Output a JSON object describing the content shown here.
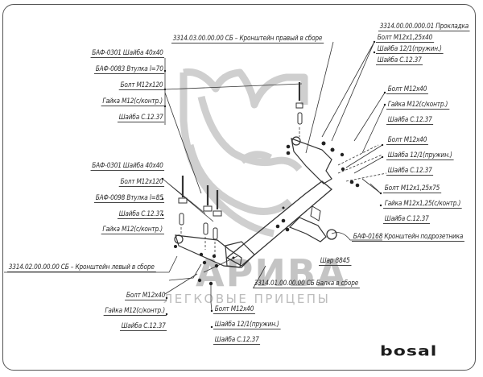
{
  "drawing": {
    "type": "exploded assembly diagram",
    "watermark": {
      "title": "АРИВА",
      "subtitle": "ЛЕГКОВЫЕ ПРИЦЕПЫ"
    },
    "brand_logo": "bosal",
    "colors": {
      "line": "#333333",
      "watermark": "#c4c4c4",
      "logo": "#1d1d1d"
    }
  },
  "labels": {
    "right_bracket_assembly": "3314.03.00.00.00 СБ – Кронштейн правый в сборе",
    "left_top_group": [
      "БАФ-0301 Шайба 40х40",
      "БАФ-0083 Втулка l=70",
      "Болт М12х120",
      "Гайка М12(с/контр.)",
      "Шайба С.12.37"
    ],
    "top_right_group": [
      "3314.00.00.000.01 Прокладка",
      "Болт М12х1,25х40",
      "Шайба 12/1(пружин.)",
      "Шайба С.12.37"
    ],
    "right_mid_group": [
      "Болт М12х40",
      "Гайка М12(с/контр.)",
      "Шайба С.12.37"
    ],
    "right_lower_group": [
      "Болт М12х40",
      "Шайба 12/1(пружин.)",
      "Шайба С.12.37"
    ],
    "right_m75_group": [
      "Болт М12х1,25х75",
      "Гайка М12х1,25(с/контр.)",
      "Шайба С.12.37"
    ],
    "socket_bracket": "БАФ-0168 Кронштейн подрозетника",
    "ball": "Шар 8845",
    "beam_assembly": "3314.01.00.00.00 СБ Балка в сборе",
    "left_mid_group": [
      "БАФ-0301 Шайба 40х40",
      "Болт М12х120",
      "БАФ-0098 Втулка l=85",
      "Шайба С.12.37",
      "Гайка М12(с/контр.)"
    ],
    "left_bracket_assembly": "3314.02.00.00.00 СБ – Кронштейн левый в сборе",
    "bottom_left_group": [
      "Болт М12х40",
      "Гайка М12(с/контр.)",
      "Шайба С.12.37"
    ],
    "bottom_center_group": [
      "Болт М12х40",
      "Шайба 12/1(пружин.)",
      "Шайба С.12.37"
    ]
  }
}
